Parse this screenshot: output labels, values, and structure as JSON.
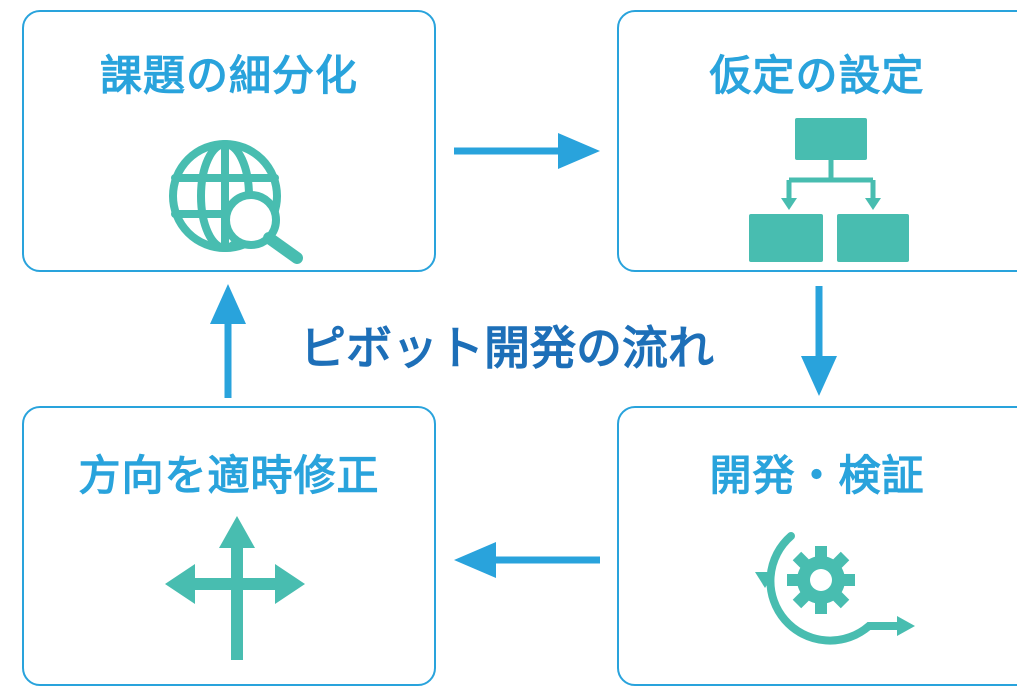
{
  "diagram": {
    "center_title": "ピボット開発の流れ",
    "steps": [
      {
        "label": "課題の細分化",
        "icon": "globe-search-icon"
      },
      {
        "label": "仮定の設定",
        "icon": "hierarchy-icon"
      },
      {
        "label": "開発・検証",
        "icon": "gear-cycle-icon"
      },
      {
        "label": "方向を適時修正",
        "icon": "direction-arrows-icon"
      }
    ],
    "colors": {
      "border": "#29a3dc",
      "title": "#29a3dc",
      "arrow": "#29a3dc",
      "icon": "#48bdb0",
      "center_title": "#1d6fb8"
    }
  }
}
